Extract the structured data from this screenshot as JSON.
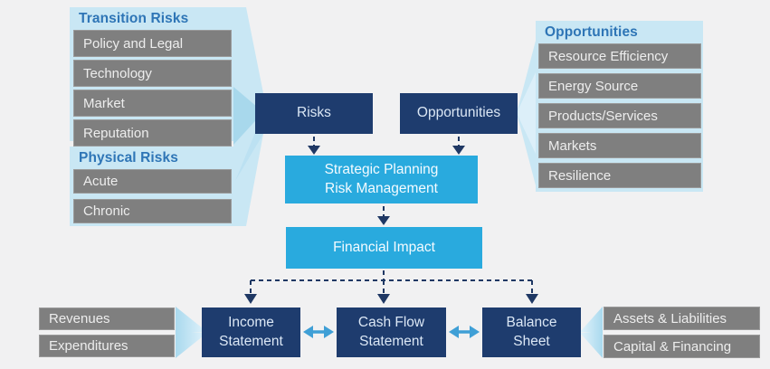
{
  "palette": {
    "background": "#f1f1f2",
    "navy": "#1e3c6e",
    "cyan": "#29aade",
    "panel_blue": "#c9e7f4",
    "panel_shade": "#a8d8ec",
    "panel_shade2": "#bce1f2",
    "panel_light": "#dceff9",
    "gray_box": "#7f7f7f",
    "gray_border": "#9a9a9a",
    "title_blue": "#2e75b6",
    "navy_text": "#dbe7f5",
    "gray_text": "#ededed",
    "white_text": "#f4fbff",
    "arrow_navy": "#1f3864",
    "arrow_cyan": "#3f9fd6",
    "tri_from": "#a9d9ee",
    "tri_to": "#e3f3fb"
  },
  "left_panels": {
    "transition": {
      "title": "Transition Risks",
      "items": [
        "Policy and Legal",
        "Technology",
        "Market",
        "Reputation"
      ]
    },
    "physical": {
      "title": "Physical Risks",
      "items": [
        "Acute",
        "Chronic"
      ]
    }
  },
  "right_panel": {
    "title": "Opportunities",
    "items": [
      "Resource Efficiency",
      "Energy Source",
      "Products/Services",
      "Markets",
      "Resilience"
    ]
  },
  "center": {
    "risks_label": "Risks",
    "opportunities_label": "Opportunities",
    "strategic_line1": "Strategic Planning",
    "strategic_line2": "Risk Management",
    "financial_impact": "Financial Impact"
  },
  "statements": {
    "income": {
      "line1": "Income",
      "line2": "Statement"
    },
    "cashflow": {
      "line1": "Cash Flow",
      "line2": "Statement"
    },
    "balance": {
      "line1": "Balance",
      "line2": "Sheet"
    }
  },
  "financial_items_left": [
    "Revenues",
    "Expenditures"
  ],
  "financial_items_right": [
    "Assets & Liabilities",
    "Capital & Financing"
  ]
}
